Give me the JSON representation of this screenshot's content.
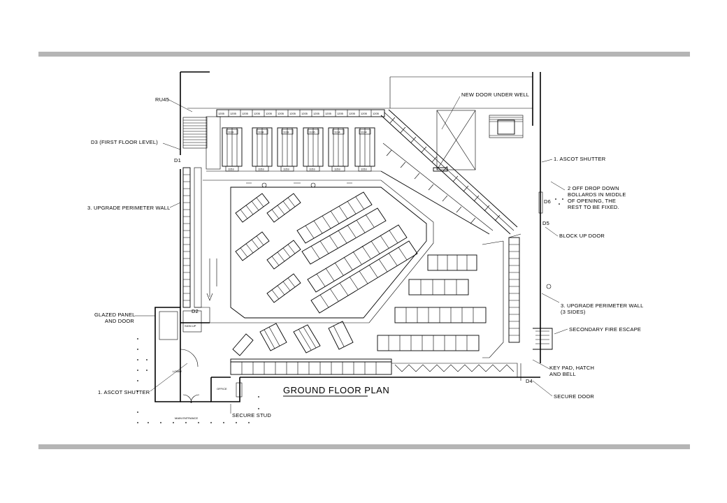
{
  "plan": {
    "title": "GROUND FLOOR PLAN",
    "labels": {
      "ru45": "RU45",
      "d3": "D3 (FIRST FLOOR LEVEL)",
      "upgrade_left": "3. UPGRADE PERIMETER WALL",
      "glazed_1": "GLAZED PANEL",
      "glazed_2": "AND DOOR",
      "ascot_left": "1. ASCOT SHUTTER",
      "secure_stud": "SECURE STUD",
      "new_door": "NEW DOOR UNDER WELL",
      "ascot_right": "1. ASCOT SHUTTER",
      "bollards_1": "2 OFF DROP DOWN",
      "bollards_2": "BOLLARDS IN MIDDLE",
      "bollards_3": "OF OPENING, THE",
      "bollards_4": "REST TO BE FIXED.",
      "block_up": "BLOCK UP DOOR",
      "upgrade_right_1": "3. UPGRADE PERIMETER WALL",
      "upgrade_right_2": "(3 SIDES)",
      "fire_escape": "SECONDARY FIRE ESCAPE",
      "keypad_1": "KEY PAD, HATCH",
      "keypad_2": "AND BELL",
      "secure_door": "SECURE DOOR"
    },
    "door_tags": {
      "d1": "D1",
      "d2": "D2",
      "d4": "D4",
      "d5": "D5",
      "d6": "D6"
    },
    "rooms": {
      "lobby": "LOBBY",
      "office": "OFFICE",
      "main_entrance": "MAIN ENTRANCE",
      "sign_up": "SIGN UP"
    },
    "shelf_numbers": [
      "1119",
      "1118",
      "1119",
      "1126",
      "1124",
      "1124"
    ],
    "shelf_bottom_numbers": [
      "1153",
      "1153",
      "1153",
      "1153",
      "1153",
      "1153"
    ],
    "top_row_bins": "1205"
  }
}
